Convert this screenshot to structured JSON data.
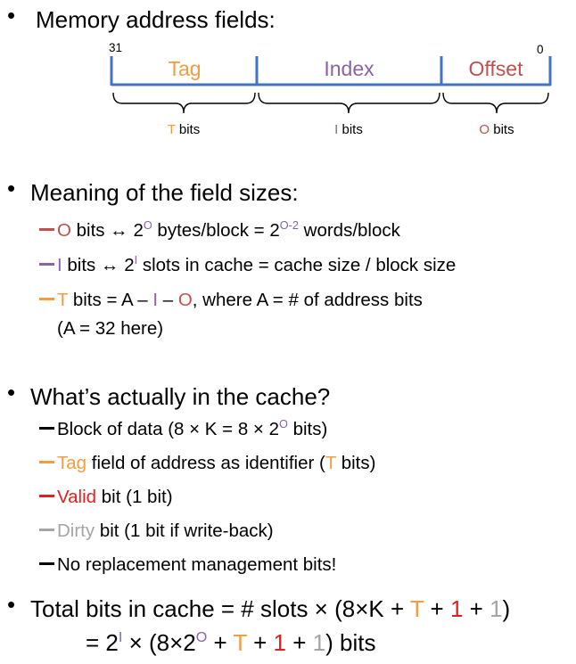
{
  "colors": {
    "tag": "#f39c42",
    "index": "#8b62a8",
    "offset": "#c0504d",
    "valid": "#e61e1e",
    "dirty": "#a5a5a5",
    "bar": "#4472c4"
  },
  "section1": {
    "bullet": "•",
    "title": "Memory address fields:",
    "diagram": {
      "bit_high": "31",
      "bit_low": "0",
      "fields": [
        {
          "name": "Tag",
          "bits_letter": "T",
          "bits_suffix": " bits"
        },
        {
          "name": "Index",
          "bits_letter": "I",
          "bits_suffix": " bits"
        },
        {
          "name": "Offset",
          "bits_letter": "O",
          "bits_suffix": " bits"
        }
      ]
    }
  },
  "section2": {
    "bullet": "•",
    "title": "Meaning of the field sizes:",
    "line1": {
      "a": "O",
      "b": " bits  ↔  2",
      "c": "O",
      "d": " bytes/block = 2",
      "e": "O-2",
      "f": " words/block"
    },
    "line2": {
      "a": "I",
      "b": " bits  ↔  2",
      "c": "I",
      "d": " slots in cache = cache size / block size"
    },
    "line3": {
      "a": "T",
      "b": " bits = A – ",
      "c": "I",
      "d": " – ",
      "e": "O",
      "f": ", where A = # of address bits"
    },
    "line3b": "(A = 32 here)"
  },
  "section3": {
    "bullet": "•",
    "title": "What’s actually in the cache?",
    "item1": {
      "a": "Block of data (8 × K = 8 × 2",
      "b": "O",
      "c": " bits)"
    },
    "item2": {
      "a": "Tag",
      "b": " field of address as identifier (",
      "c": "T",
      "d": " bits)"
    },
    "item3": {
      "a": "Valid",
      "b": " bit (1 bit)"
    },
    "item4": {
      "a": "Dirty",
      "b": " bit (1 bit if write-back)"
    },
    "item5": "No replacement management bits!"
  },
  "section4": {
    "bullet": "•",
    "line1": {
      "a": "Total bits in cache = # slots × (8×K + ",
      "b": "T",
      "c": " + ",
      "d": "1",
      "e": " + ",
      "f": "1",
      "g": ")"
    },
    "line2": {
      "a": "= 2",
      "b": "I",
      "c": " × (8×2",
      "d": "O",
      "e": " + ",
      "f": "T",
      "g": " + ",
      "h": "1",
      "i": " + ",
      "j": "1",
      "k": ") bits"
    }
  }
}
